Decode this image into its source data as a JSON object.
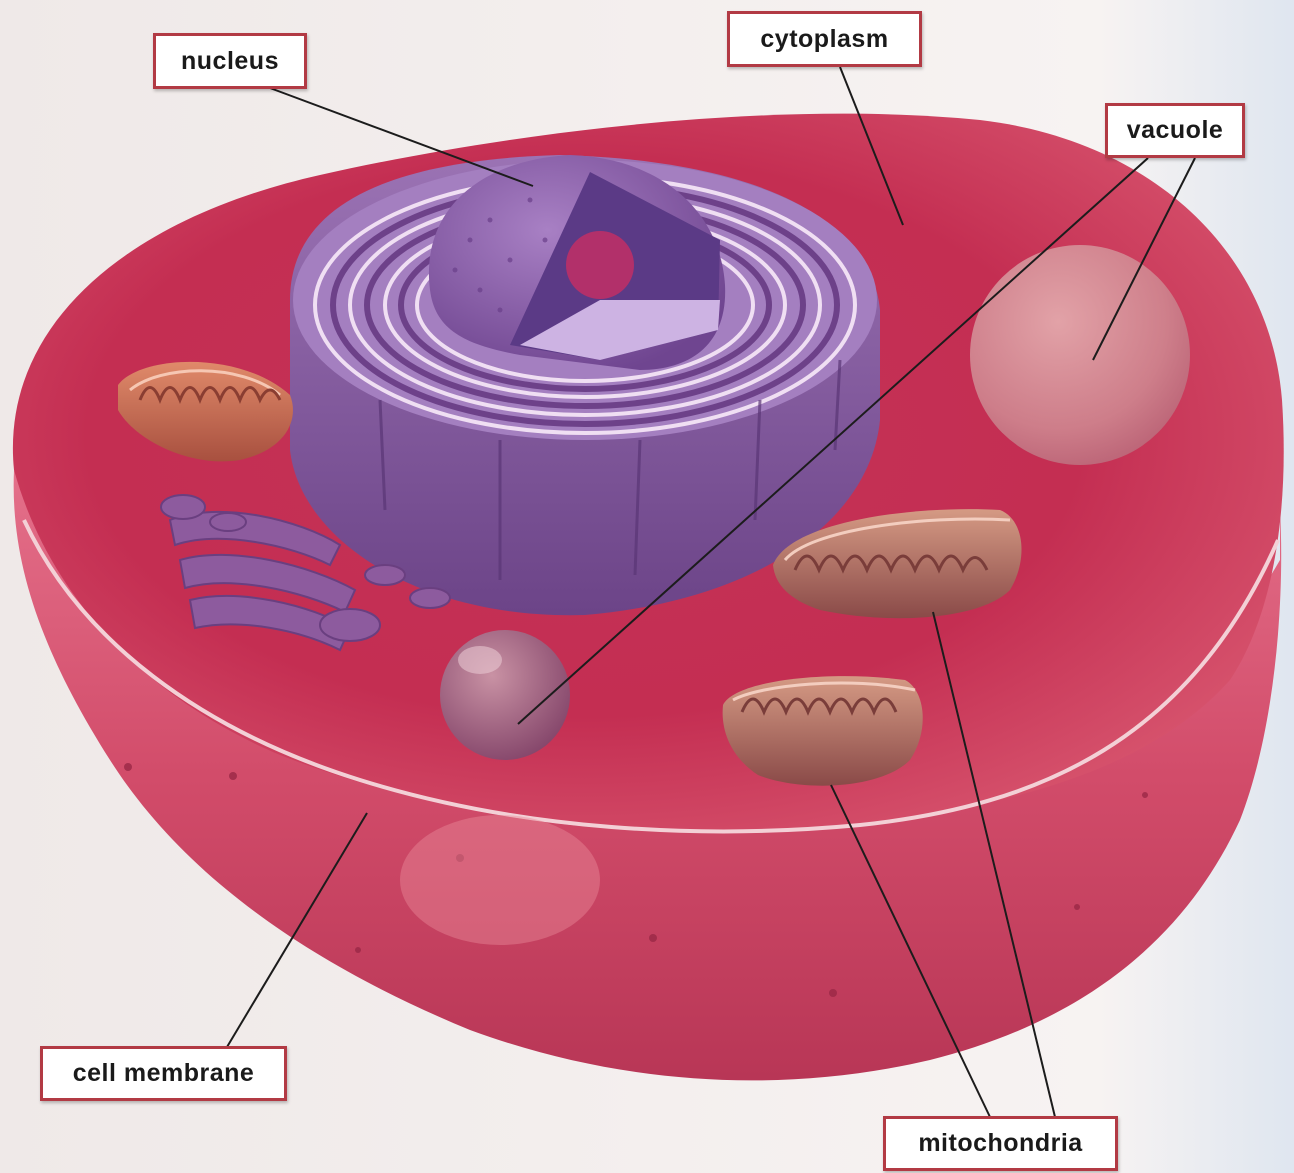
{
  "labels": {
    "nucleus": "nucleus",
    "cytoplasm": "cytoplasm",
    "vacuole": "vacuole",
    "cell_membrane": "cell membrane",
    "mitochondria": "mitochondria"
  },
  "colors": {
    "label_border": "#b23a44",
    "cell_top": "#c8324f",
    "cell_side": "#d4506c",
    "nucleus_purple": "#8e5aa6",
    "mitochondria": "#c7694c",
    "vacuole": "#d99aa0"
  }
}
